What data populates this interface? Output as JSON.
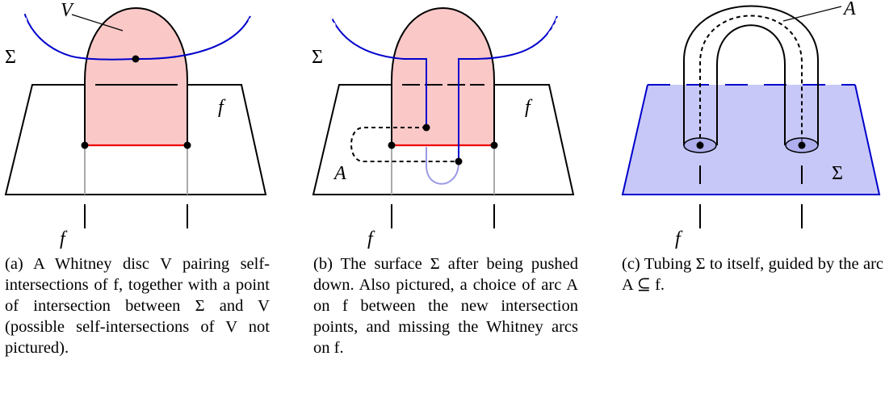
{
  "panels": {
    "a": {
      "labels": {
        "whitney_disc": "V",
        "surface": "Σ",
        "map_on_plane": "f",
        "map_below": "f"
      },
      "caption": "(a) A Whitney disc V pairing self-intersections of f, together with a point of intersection between Σ and V (possible self-intersections of V not pictured)."
    },
    "b": {
      "labels": {
        "surface": "Σ",
        "map_on_plane": "f",
        "arc": "A",
        "map_below": "f"
      },
      "caption": "(b) The surface Σ after being pushed down. Also pictured, a choice of arc A on f between the new intersection points, and missing the Whitney arcs on f."
    },
    "c": {
      "labels": {
        "arc": "A",
        "surface": "Σ",
        "map_below": "f"
      },
      "caption": "(c) Tubing Σ to itself, guided by the arc A ⊆ f."
    }
  },
  "colors": {
    "whitney_disc_fill": "#fbc8c8",
    "surface_curve": "#0000cc",
    "surface_fill": "#c8c8f8",
    "whitney_arc": "#ee0000",
    "pushed_curve_back": "#9a9ae6",
    "sheet_gray": "#aaaaaa"
  }
}
